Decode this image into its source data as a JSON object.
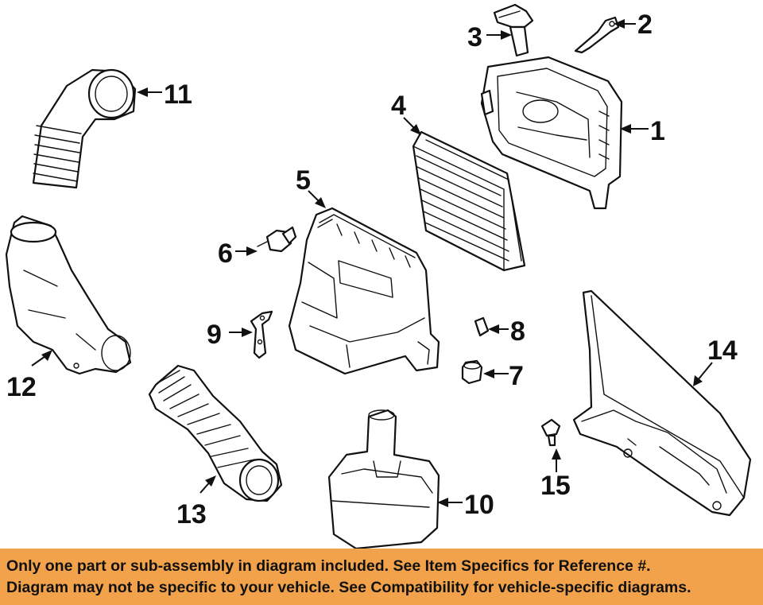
{
  "callouts": {
    "n1": "1",
    "n2": "2",
    "n3": "3",
    "n4": "4",
    "n5": "5",
    "n6": "6",
    "n7": "7",
    "n8": "8",
    "n9": "9",
    "n10": "10",
    "n11": "11",
    "n12": "12",
    "n13": "13",
    "n14": "14",
    "n15": "15"
  },
  "notice": {
    "line1": "Only one part or sub-assembly in diagram included. See Item Specifics for Reference #.",
    "line2": "Diagram may not be specific to your vehicle. See Compatibility for vehicle-specific diagrams."
  },
  "colors": {
    "banner": "#f1a24a",
    "ink": "#111111"
  }
}
